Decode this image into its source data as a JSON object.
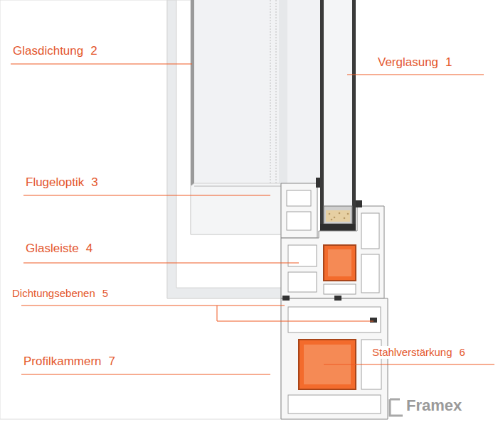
{
  "diagram": {
    "labels": [
      "Glasdichtung",
      "2",
      "Verglasung",
      "1",
      "Flugeloptik",
      "3",
      "Glasleiste",
      "4",
      "Dichtungsebenen",
      "5",
      "Stahlverstärkung",
      "6",
      "Profilkammern",
      "7",
      "Framex"
    ]
  }
}
